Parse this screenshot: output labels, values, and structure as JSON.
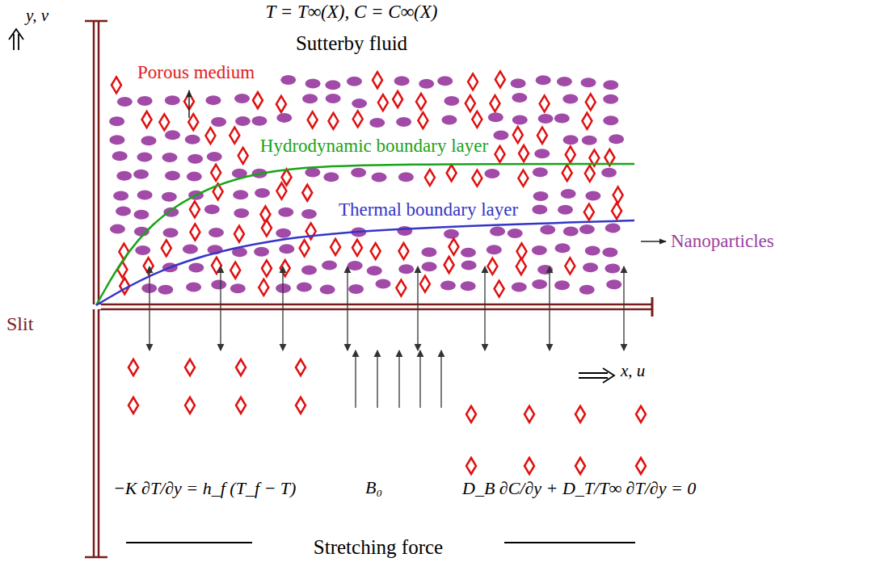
{
  "diagram": {
    "labels": [
      "T = T∞(X), C = C∞(X)",
      "Sutterby fluid",
      "Porous medium",
      "Hydrodynamic boundary layer",
      "Thermal boundary layer",
      "Nanoparticles",
      "Slit",
      "y, v",
      "x, u",
      "−K ∂T/∂y = h_f (T_f − T)",
      "B₀",
      "D_B ∂C/∂y + D_T/T∞ ∂T/∂y = 0",
      "Stretching force"
    ]
  }
}
